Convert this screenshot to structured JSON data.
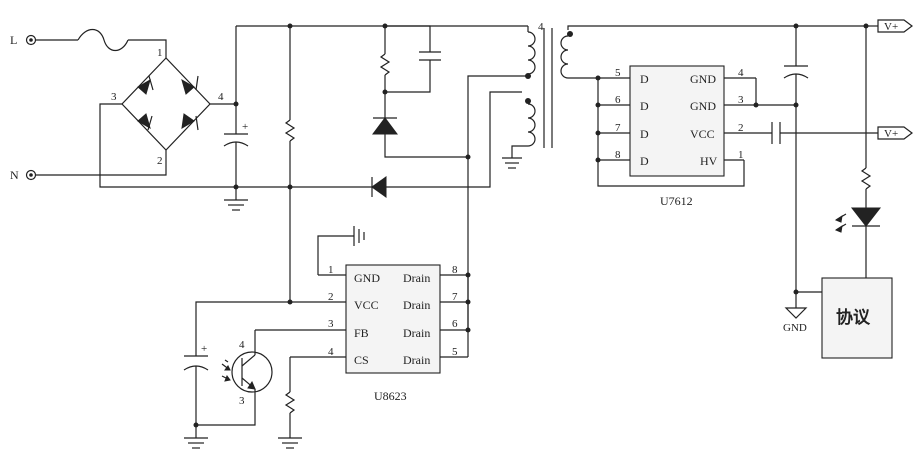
{
  "terminals": {
    "line": "L",
    "neutral": "N"
  },
  "outputs": {
    "vplus_top": "V+",
    "vplus_mid": "V+",
    "gnd": "GND"
  },
  "bridge": {
    "pin1": "1",
    "pin2": "2",
    "pin3": "3",
    "pin4": "4"
  },
  "transformer": {
    "pin4": "4"
  },
  "optocoupler": {
    "pin4": "4",
    "pin3": "3"
  },
  "u8623": {
    "name": "U8623",
    "left_pins": [
      {
        "num": "1",
        "label": "GND"
      },
      {
        "num": "2",
        "label": "VCC"
      },
      {
        "num": "3",
        "label": "FB"
      },
      {
        "num": "4",
        "label": "CS"
      }
    ],
    "right_pins": [
      {
        "num": "8",
        "label": "Drain"
      },
      {
        "num": "7",
        "label": "Drain"
      },
      {
        "num": "6",
        "label": "Drain"
      },
      {
        "num": "5",
        "label": "Drain"
      }
    ]
  },
  "u7612": {
    "name": "U7612",
    "left_pins": [
      {
        "num": "5",
        "label": "D"
      },
      {
        "num": "6",
        "label": "D"
      },
      {
        "num": "7",
        "label": "D"
      },
      {
        "num": "8",
        "label": "D"
      }
    ],
    "right_pins": [
      {
        "num": "4",
        "label": "GND"
      },
      {
        "num": "3",
        "label": "GND"
      },
      {
        "num": "2",
        "label": "VCC"
      },
      {
        "num": "1",
        "label": "HV"
      }
    ]
  },
  "protocol_box": {
    "label": "协议"
  },
  "cap_polarity": {
    "plus": "+"
  }
}
